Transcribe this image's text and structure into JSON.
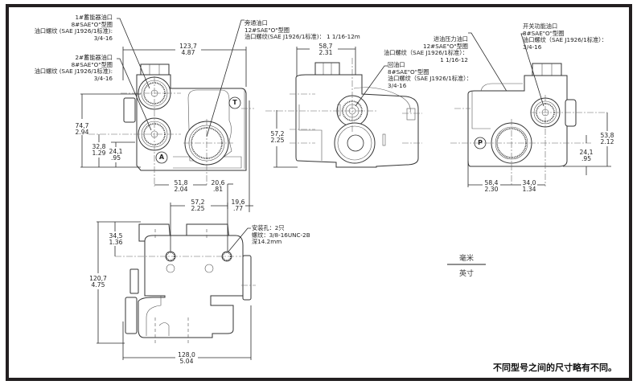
{
  "views": {
    "front": {
      "port_labels": {
        "accumulator_1": {
          "title": "1#蓄能器油口",
          "oring": "8#SAE\"O\"型圈",
          "thread_std": "油口螺纹 (SAE J1926/1标准):",
          "thread": "3/4-16"
        },
        "accumulator_2": {
          "title": "2#蓄能器油口",
          "oring": "8#SAE\"O\"型圈",
          "thread_std": "油口螺纹 (SAE J1926/1标准):",
          "thread": "3/4-16"
        },
        "bypass": {
          "title": "旁通油口",
          "oring": "12#SAE\"O\"型圈",
          "thread_std": "油口螺纹(SAE J1926/1标准)： 1 1/16-12m"
        }
      },
      "markers": {
        "t": "T",
        "a": "A"
      },
      "dims": {
        "width_total": {
          "mm": "123,7",
          "in": "4.87"
        },
        "height_74": {
          "mm": "74,7",
          "in": "2.94"
        },
        "height_32": {
          "mm": "32,8",
          "in": "1.29"
        },
        "height_24": {
          "mm": "24,1",
          "in": ".95"
        },
        "horiz_51": {
          "mm": "51,8",
          "in": "2.04"
        },
        "horiz_20": {
          "mm": "20,6",
          "in": ".81"
        }
      }
    },
    "side": {
      "port_labels": {
        "return": {
          "title": "回油口",
          "oring": "8#SAE\"O\"型圈",
          "thread_std": "油口螺纹（SAE J1926/1标准）：",
          "thread": "3/4-16"
        },
        "inlet": {
          "title": "进油压力油口",
          "oring": "12#SAE\"O\"型圈",
          "thread_std": "油口螺纹（SAE J1926/1标准）：",
          "thread": "1 1/16-12"
        }
      },
      "dims": {
        "width": {
          "mm": "58,7",
          "in": "2.31"
        },
        "height": {
          "mm": "57,2",
          "in": "2.25"
        }
      }
    },
    "rear": {
      "port_labels": {
        "switch": {
          "title": "开关功能油口",
          "oring": "8#SAE\"O\"型圈",
          "thread_std": "油口螺纹（SAE J1926/1标准）：",
          "thread": "3/4-16"
        }
      },
      "markers": {
        "p": "P"
      },
      "dims": {
        "height_53": {
          "mm": "53,8",
          "in": "2.12"
        },
        "height_24": {
          "mm": "24,1",
          "in": ".95"
        },
        "horiz_58": {
          "mm": "58,4",
          "in": "2.30"
        },
        "horiz_34": {
          "mm": "34,0",
          "in": "1.34"
        }
      }
    },
    "top": {
      "mount_label": {
        "title": "安装孔：2只",
        "thread": "螺纹：3/8-16UNC-2B",
        "depth": "深14.2mm"
      },
      "dims": {
        "hole_spacing": {
          "mm": "57,2",
          "in": "2.25"
        },
        "offset": {
          "mm": "19,6",
          "in": ".77"
        },
        "hole_depth_pos": {
          "mm": "34,5",
          "in": "1.36"
        },
        "height": {
          "mm": "120,7",
          "in": "4.75"
        },
        "width": {
          "mm": "128,0",
          "in": "5.04"
        }
      }
    }
  },
  "units_legend": {
    "top": "毫米",
    "bottom": "英寸"
  },
  "footnote": "不同型号之间的尺寸略有不同。"
}
